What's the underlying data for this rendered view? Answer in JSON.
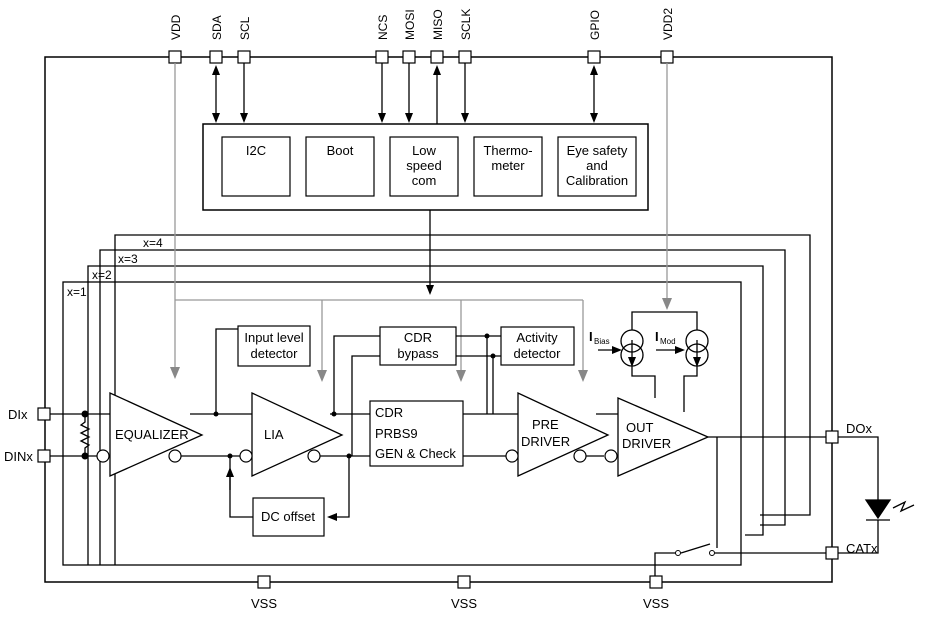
{
  "pins_top": {
    "vdd": "VDD",
    "sda": "SDA",
    "scl": "SCL",
    "ncs": "NCS",
    "mosi": "MOSI",
    "miso": "MISO",
    "sclk": "SCLK",
    "gpio": "GPIO",
    "vdd2": "VDD2"
  },
  "pins_bottom": {
    "vss1": "VSS",
    "vss2": "VSS",
    "vss3": "VSS"
  },
  "pins_left": {
    "dix": "DIx",
    "dinx": "DINx"
  },
  "pins_right": {
    "dox": "DOx",
    "catx": "CATx"
  },
  "digital_blocks": {
    "i2c": "I2C",
    "boot": "Boot",
    "low_speed": [
      "Low",
      "speed",
      "com"
    ],
    "thermometer": [
      "Thermo-",
      "meter"
    ],
    "eye_safety": [
      "Eye safety",
      "and",
      "Calibration"
    ]
  },
  "channels": {
    "x4": "x=4",
    "x3": "x=3",
    "x2": "x=2",
    "x1": "x=1"
  },
  "analog_blocks": {
    "input_level": [
      "Input level",
      "detector"
    ],
    "cdr_bypass": [
      "CDR",
      "bypass"
    ],
    "activity": [
      "Activity",
      "detector"
    ],
    "equalizer": "EQUALIZER",
    "lia": "LIA",
    "cdr_prbs": [
      "CDR",
      "PRBS9",
      "GEN & Check"
    ],
    "pre_driver": [
      "PRE",
      "DRIVER"
    ],
    "out_driver": [
      "OUT",
      "DRIVER"
    ],
    "dc_offset": "DC offset",
    "ibias": "I",
    "ibias_sub": "Bias",
    "imod": "I",
    "imod_sub": "Mod"
  }
}
